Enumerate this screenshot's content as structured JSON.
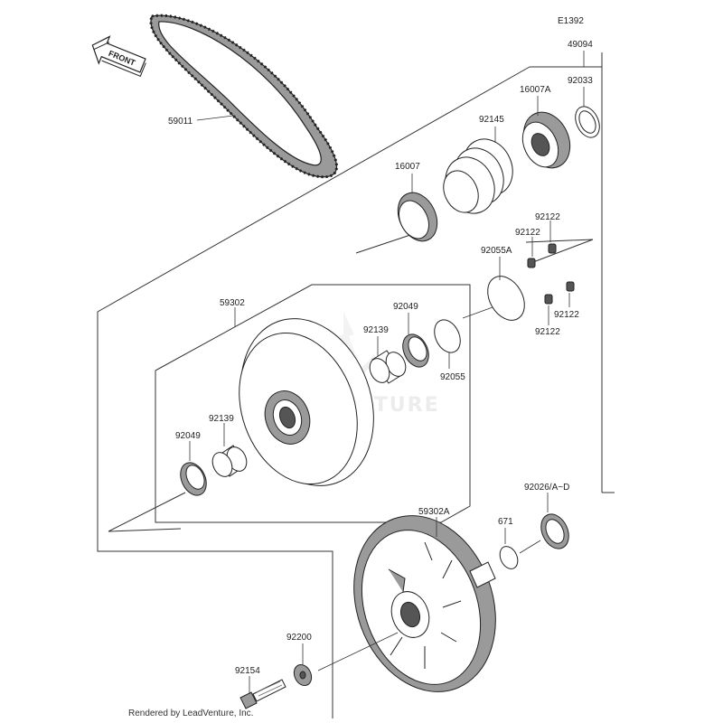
{
  "diagram": {
    "code": "E1392",
    "front_label": "FRONT",
    "watermark": "LEADVENTURE",
    "footer": "Rendered by LeadVenture, Inc.",
    "parts": {
      "p49094": "49094",
      "p92033": "92033",
      "p16007A": "16007A",
      "p92145": "92145",
      "p16007": "16007",
      "p59011": "59011",
      "p92122a": "92122",
      "p92122b": "92122",
      "p92055A": "92055A",
      "p92122c": "92122",
      "p92122d": "92122",
      "p59302": "59302",
      "p92049a": "92049",
      "p92139a": "92139",
      "p92055": "92055",
      "p92139b": "92139",
      "p92049b": "92049",
      "p92026": "92026/A~D",
      "p59302A": "59302A",
      "p671": "671",
      "p92200": "92200",
      "p92154": "92154"
    }
  }
}
